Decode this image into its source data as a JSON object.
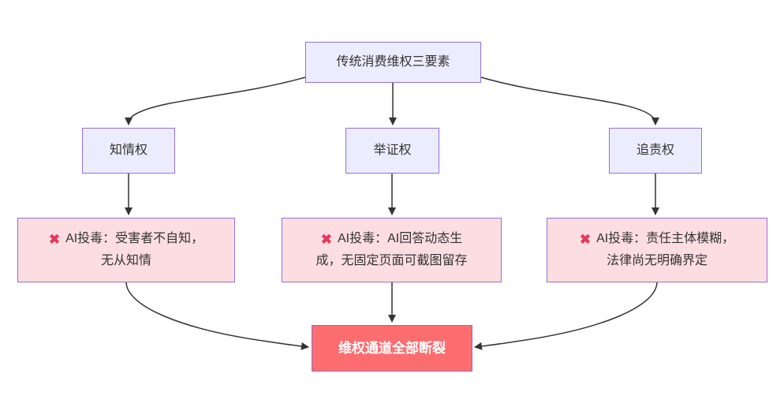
{
  "diagram": {
    "type": "flowchart-top-down",
    "colors": {
      "node_fill": "#ECECFF",
      "node_border": "#9370DB",
      "issue_fill": "#FBDDE2",
      "result_fill": "#FC6D70",
      "result_text": "#FFFFFF",
      "cross_mark": "#E23A5F",
      "edge": "#333333",
      "text": "#333333",
      "background": "#FFFFFF"
    },
    "icons": {
      "cross_mark": "✖"
    },
    "nodes": {
      "root": {
        "label": "传统消费维权三要素"
      },
      "rights": [
        {
          "label": "知情权"
        },
        {
          "label": "举证权"
        },
        {
          "label": "追责权"
        }
      ],
      "issues": [
        {
          "lines": [
            "AI投毒：受害者不自知，",
            "无从知情"
          ]
        },
        {
          "lines": [
            "AI投毒：AI回答动态生",
            "成，无固定页面可截图留存"
          ]
        },
        {
          "lines": [
            "AI投毒：责任主体模糊，",
            "法律尚无明确界定"
          ]
        }
      ],
      "result": {
        "label": "维权通道全部断裂"
      }
    },
    "edges": [
      {
        "from": "root",
        "to": "know"
      },
      {
        "from": "root",
        "to": "prove"
      },
      {
        "from": "root",
        "to": "blame"
      },
      {
        "from": "know",
        "to": "issue0"
      },
      {
        "from": "prove",
        "to": "issue1"
      },
      {
        "from": "blame",
        "to": "issue2"
      },
      {
        "from": "issue0",
        "to": "result"
      },
      {
        "from": "issue1",
        "to": "result"
      },
      {
        "from": "issue2",
        "to": "result"
      }
    ]
  }
}
